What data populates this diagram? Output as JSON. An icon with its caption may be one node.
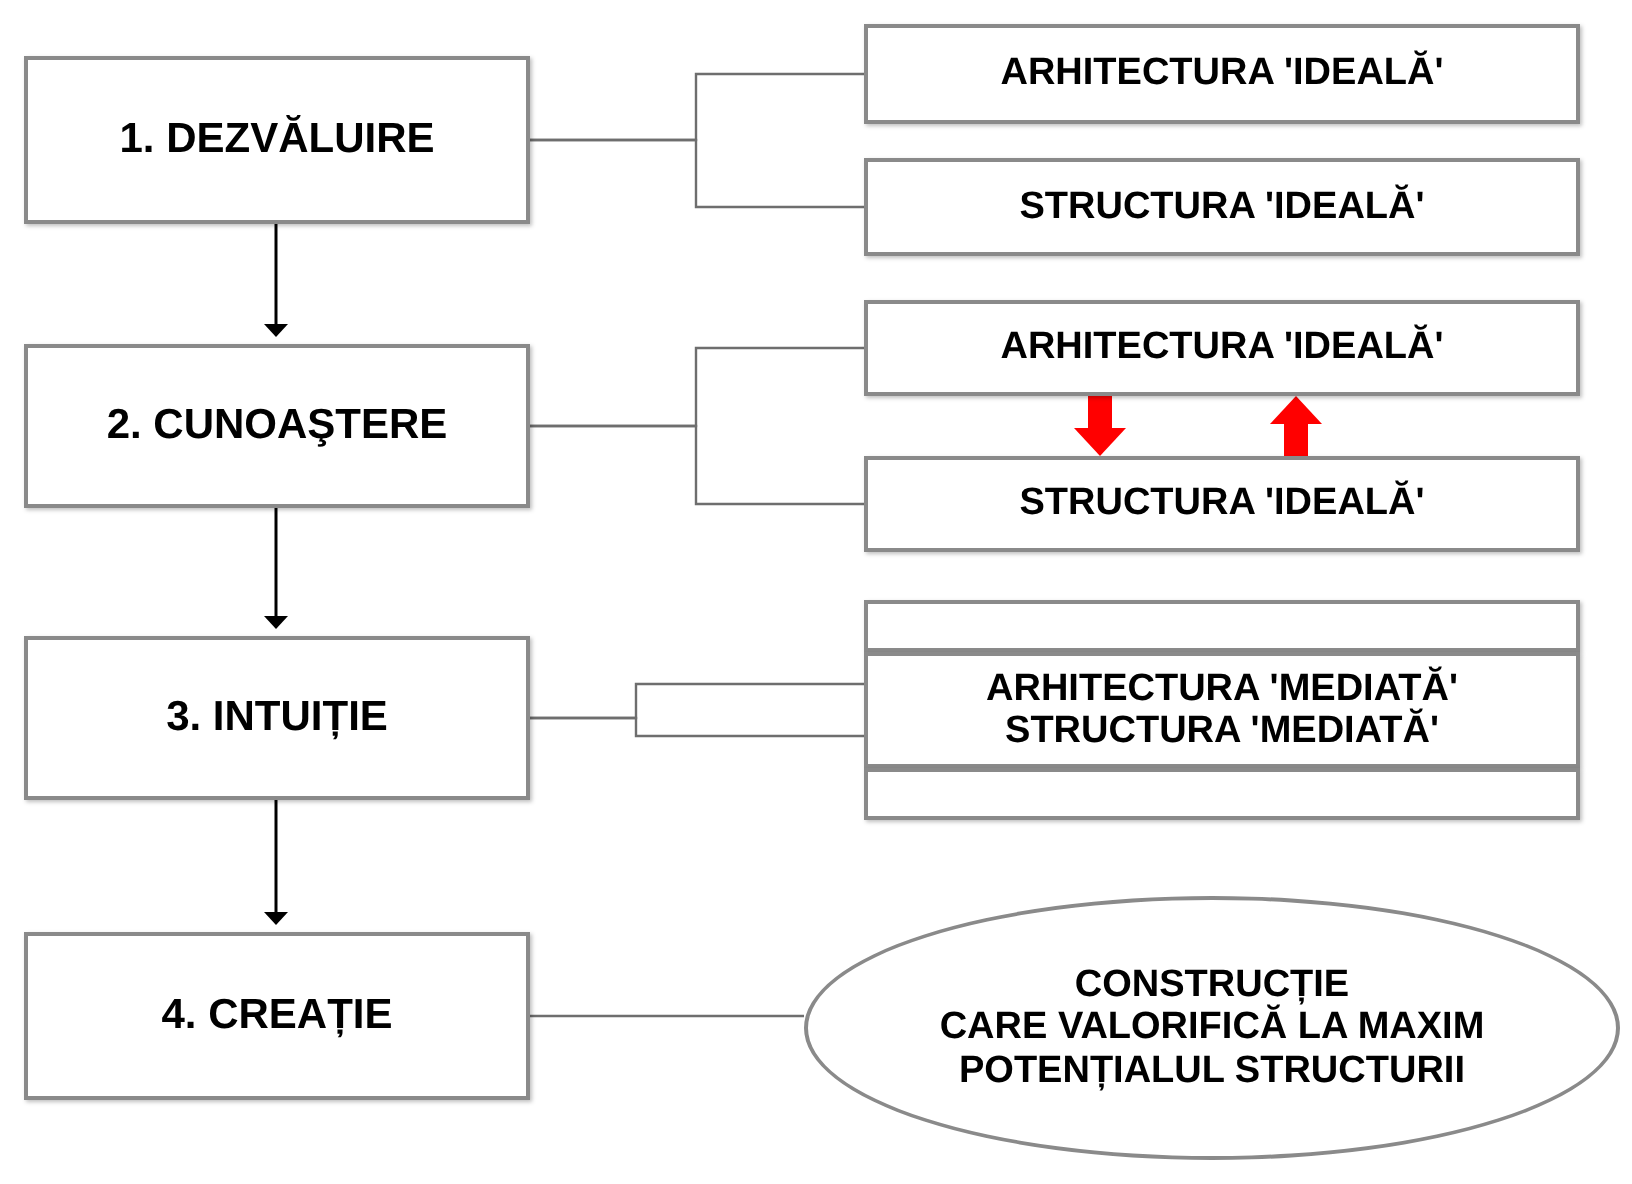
{
  "diagram": {
    "nodes": [
      {
        "text": [
          "1. DEZVĂLUIRE"
        ]
      },
      {
        "text": [
          "ARHITECTURA 'IDEALĂ'"
        ]
      },
      {
        "text": [
          "STRUCTURA 'IDEALĂ'"
        ]
      },
      {
        "text": [
          "2. CUNOAŞTERE"
        ]
      },
      {
        "text": [
          "ARHITECTURA 'IDEALĂ'"
        ]
      },
      {
        "text": [
          "STRUCTURA 'IDEALĂ'"
        ]
      },
      {
        "text": [
          "3. INTUIȚIE"
        ]
      },
      {
        "text": [],
        "shape": "box"
      },
      {
        "text": [
          "ARHITECTURA 'MEDIATĂ' STRUCTURA 'MEDIATĂ'"
        ]
      },
      {
        "text": [],
        "shape": "box"
      },
      {
        "text": [
          "4. CREAȚIE"
        ]
      },
      {
        "text": [
          "CONSTRUCȚIE",
          "CARE VALORIFICĂ LA MAXIM POTENȚIALUL STRUCTURII"
        ]
      }
    ],
    "edges": [
      {
        "from": 0,
        "to": 3,
        "arrow": "to",
        "color": "#000000"
      },
      {
        "from": 3,
        "to": 6,
        "arrow": "to",
        "color": "#000000"
      },
      {
        "from": 6,
        "to": 10,
        "arrow": "to",
        "color": "#000000"
      },
      {
        "from": 0,
        "to": 1,
        "arrow": "none"
      },
      {
        "from": 0,
        "to": 2,
        "arrow": "none"
      },
      {
        "from": 3,
        "to": 4,
        "arrow": "none"
      },
      {
        "from": 3,
        "to": 5,
        "arrow": "none"
      },
      {
        "from": 4,
        "to": 5,
        "arrow": "to",
        "style": "thick",
        "color": "#ff0000"
      },
      {
        "from": 5,
        "to": 4,
        "arrow": "to",
        "style": "thick",
        "color": "#ff0000"
      },
      {
        "from": 6,
        "to": 8,
        "arrow": "none"
      },
      {
        "from": 6,
        "to": 8,
        "arrow": "none"
      },
      {
        "from": 10,
        "to": 11,
        "arrow": "none"
      }
    ]
  }
}
